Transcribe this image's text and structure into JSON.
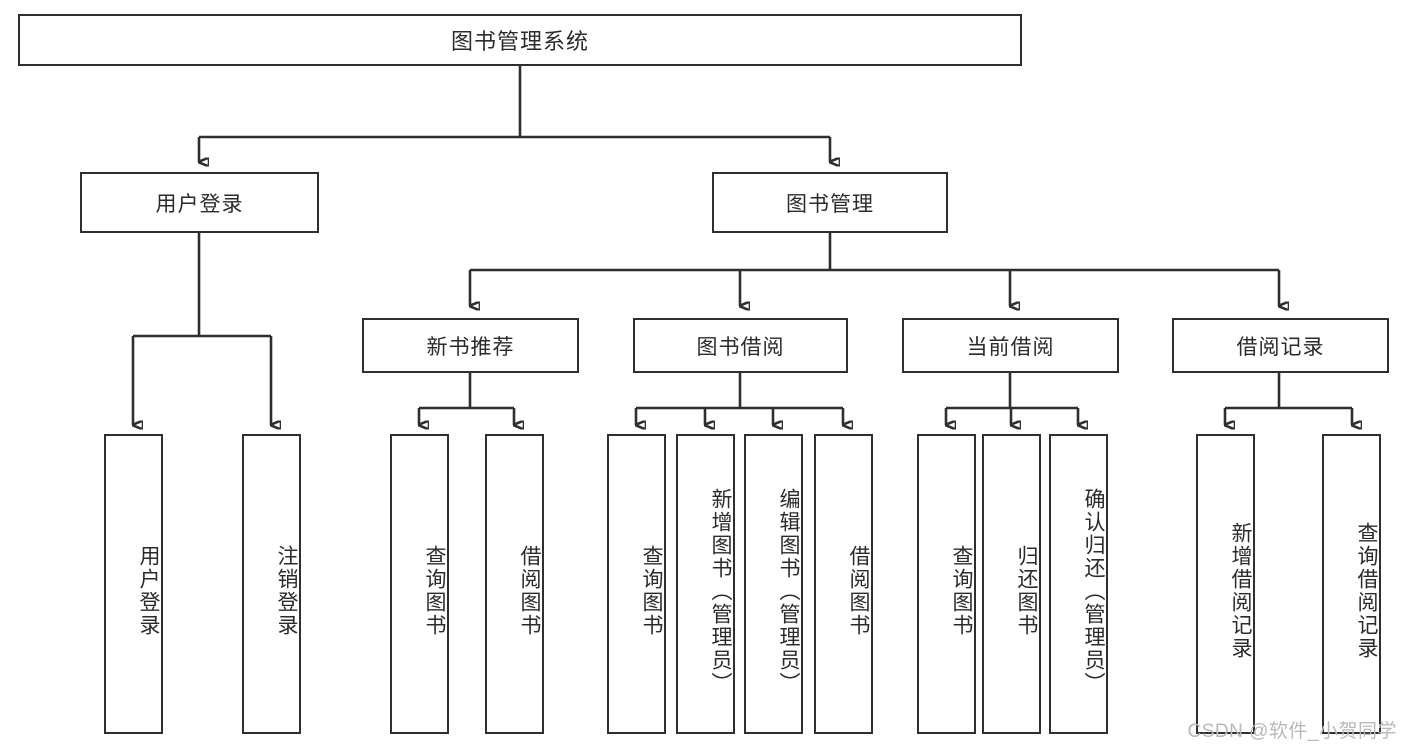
{
  "diagram": {
    "title_text": "图书管理系统",
    "type": "tree-hierarchy-diagram",
    "watermark": "CSDN @软件_小贺同学",
    "colors": {
      "line": "#2f2f2f",
      "box_border": "#2f2f2f",
      "box_fill": "#ffffff",
      "text": "#2b2b2b",
      "watermark": "#b9b9b9",
      "background": "#ffffff"
    },
    "root": {
      "label": "图书管理系统"
    },
    "level2": [
      {
        "label": "用户登录"
      },
      {
        "label": "图书管理"
      }
    ],
    "level3": [
      {
        "label": "新书推荐"
      },
      {
        "label": "图书借阅"
      },
      {
        "label": "当前借阅"
      },
      {
        "label": "借阅记录"
      }
    ],
    "leaves": {
      "user_login": [
        {
          "label": "用户登录"
        },
        {
          "label": "注销登录"
        }
      ],
      "new_book_recommend": [
        {
          "label": "查询图书"
        },
        {
          "label": "借阅图书"
        }
      ],
      "book_borrow": [
        {
          "label": "查询图书"
        },
        {
          "label": "新增图书（管理员）"
        },
        {
          "label": "编辑图书（管理员）"
        },
        {
          "label": "借阅图书"
        }
      ],
      "current_borrow": [
        {
          "label": "查询图书"
        },
        {
          "label": "归还图书"
        },
        {
          "label": "确认归还（管理员）"
        }
      ],
      "borrow_record": [
        {
          "label": "新增借阅记录"
        },
        {
          "label": "查询借阅记录"
        }
      ]
    }
  }
}
